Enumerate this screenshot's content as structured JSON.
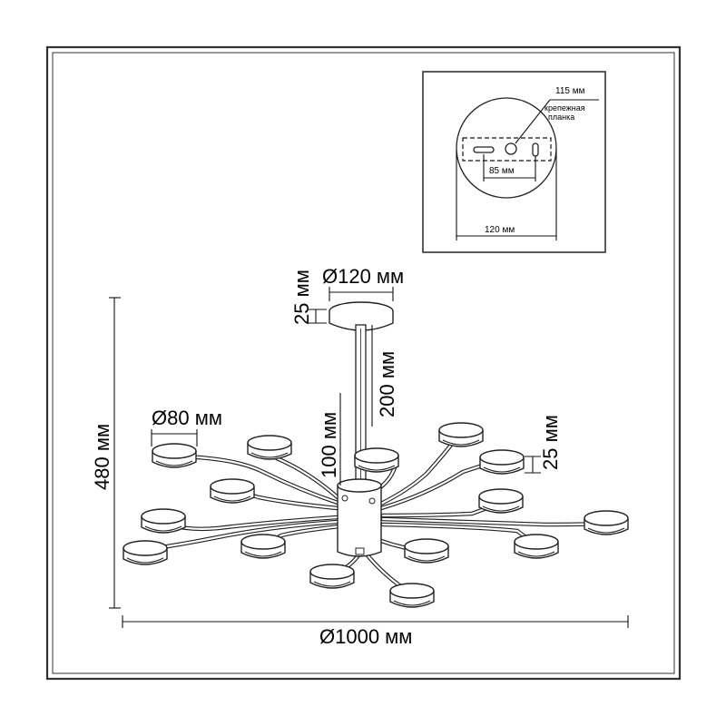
{
  "inset": {
    "plate_width": "115 мм",
    "plate_caption_line1": "крепежная",
    "plate_caption_line2": "планка",
    "hole_spacing": "85 мм",
    "canopy_diameter": "120 мм"
  },
  "dimensions": {
    "canopy_diameter": "Ø120 мм",
    "canopy_height": "25 мм",
    "rod_length": "200 мм",
    "body_height": "100 мм",
    "shade_diameter": "Ø80 мм",
    "shade_height": "25 мм",
    "total_height": "480 мм",
    "total_diameter": "Ø1000 мм"
  },
  "colors": {
    "line": "#222222",
    "frame": "#333333",
    "background": "#ffffff"
  }
}
